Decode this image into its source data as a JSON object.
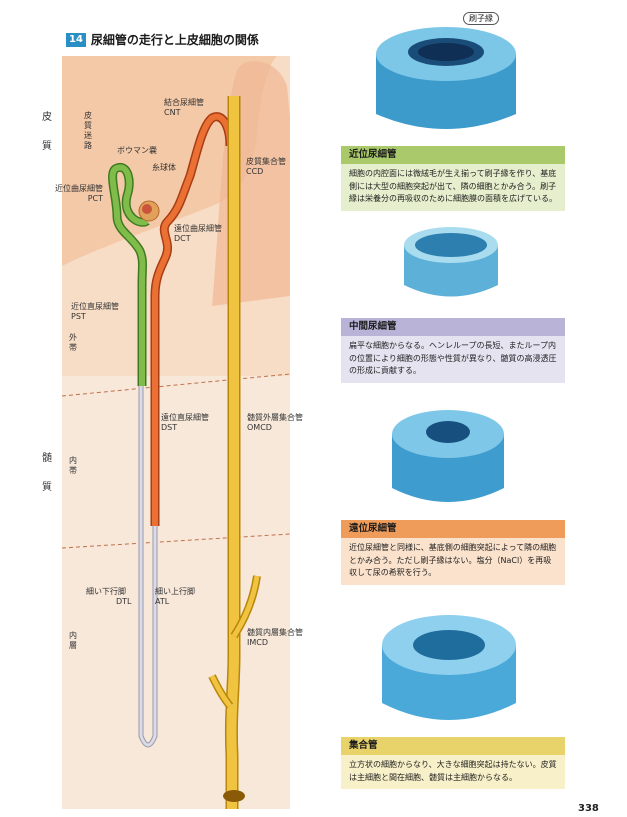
{
  "header": {
    "number": "14",
    "title": "尿細管の走行と上皮細胞の関係"
  },
  "regions": {
    "cortex": [
      "皮",
      "質"
    ],
    "medulla": [
      "髄",
      "質"
    ],
    "cortical_labyrinth": "皮質迷路",
    "outer_zone": "外帯",
    "inner_zone": "内帯",
    "inner_layer": "内層"
  },
  "labels": {
    "cnt": {
      "ja": "結合尿細管",
      "abbr": "CNT"
    },
    "bowman": "ボウマン嚢",
    "glomerulus": "糸球体",
    "pct": {
      "ja": "近位曲尿細管",
      "abbr": "PCT"
    },
    "ccd": {
      "ja": "皮質集合管",
      "abbr": "CCD"
    },
    "dct": {
      "ja": "遠位曲尿細管",
      "abbr": "DCT"
    },
    "pst": {
      "ja": "近位直尿細管",
      "abbr": "PST"
    },
    "dst": {
      "ja": "遠位直尿細管",
      "abbr": "DST"
    },
    "omcd": {
      "ja": "髄質外層集合管",
      "abbr": "OMCD"
    },
    "dtl": {
      "ja": "細い下行脚",
      "abbr": "DTL"
    },
    "atl": {
      "ja": "細い上行脚",
      "abbr": "ATL"
    },
    "imcd": {
      "ja": "髄質内層集合管",
      "abbr": "IMCD"
    }
  },
  "brush_border": "刷子縁",
  "panels": [
    {
      "title": "近位尿細管",
      "body": "細胞の内腔面には微絨毛が生え揃って刷子縁を作り、基底側には大型の細胞突起が出て、隣の細胞とかみ合う。刷子縁は栄養分の再吸収のために細胞膜の面積を広げている。"
    },
    {
      "title": "中間尿細管",
      "body": "扁平な細胞からなる。ヘンレループの長短、またループ内の位置により細胞の形態や性質が異なり、髄質の高浸透圧の形成に貢献する。"
    },
    {
      "title": "遠位尿細管",
      "body": "近位尿細管と同様に、基底側の細胞突起によって隣の細胞とかみ合う。ただし刷子縁はない。塩分（NaCl）を再吸収して尿の希釈を行う。"
    },
    {
      "title": "集合管",
      "body": "立方状の細胞からなり、大きな細胞突起は持たない。皮質は主細胞と間在細胞、髄質は主細胞からなる。"
    }
  ],
  "page_number": "338",
  "colors": {
    "proximal": "#6aa63a",
    "intermediate": "#c9c9d6",
    "distal": "#e0672a",
    "collecting": "#e9b72f",
    "cortex_bg": "#f7d9c0",
    "medulla_bg": "#f6e6d6"
  }
}
